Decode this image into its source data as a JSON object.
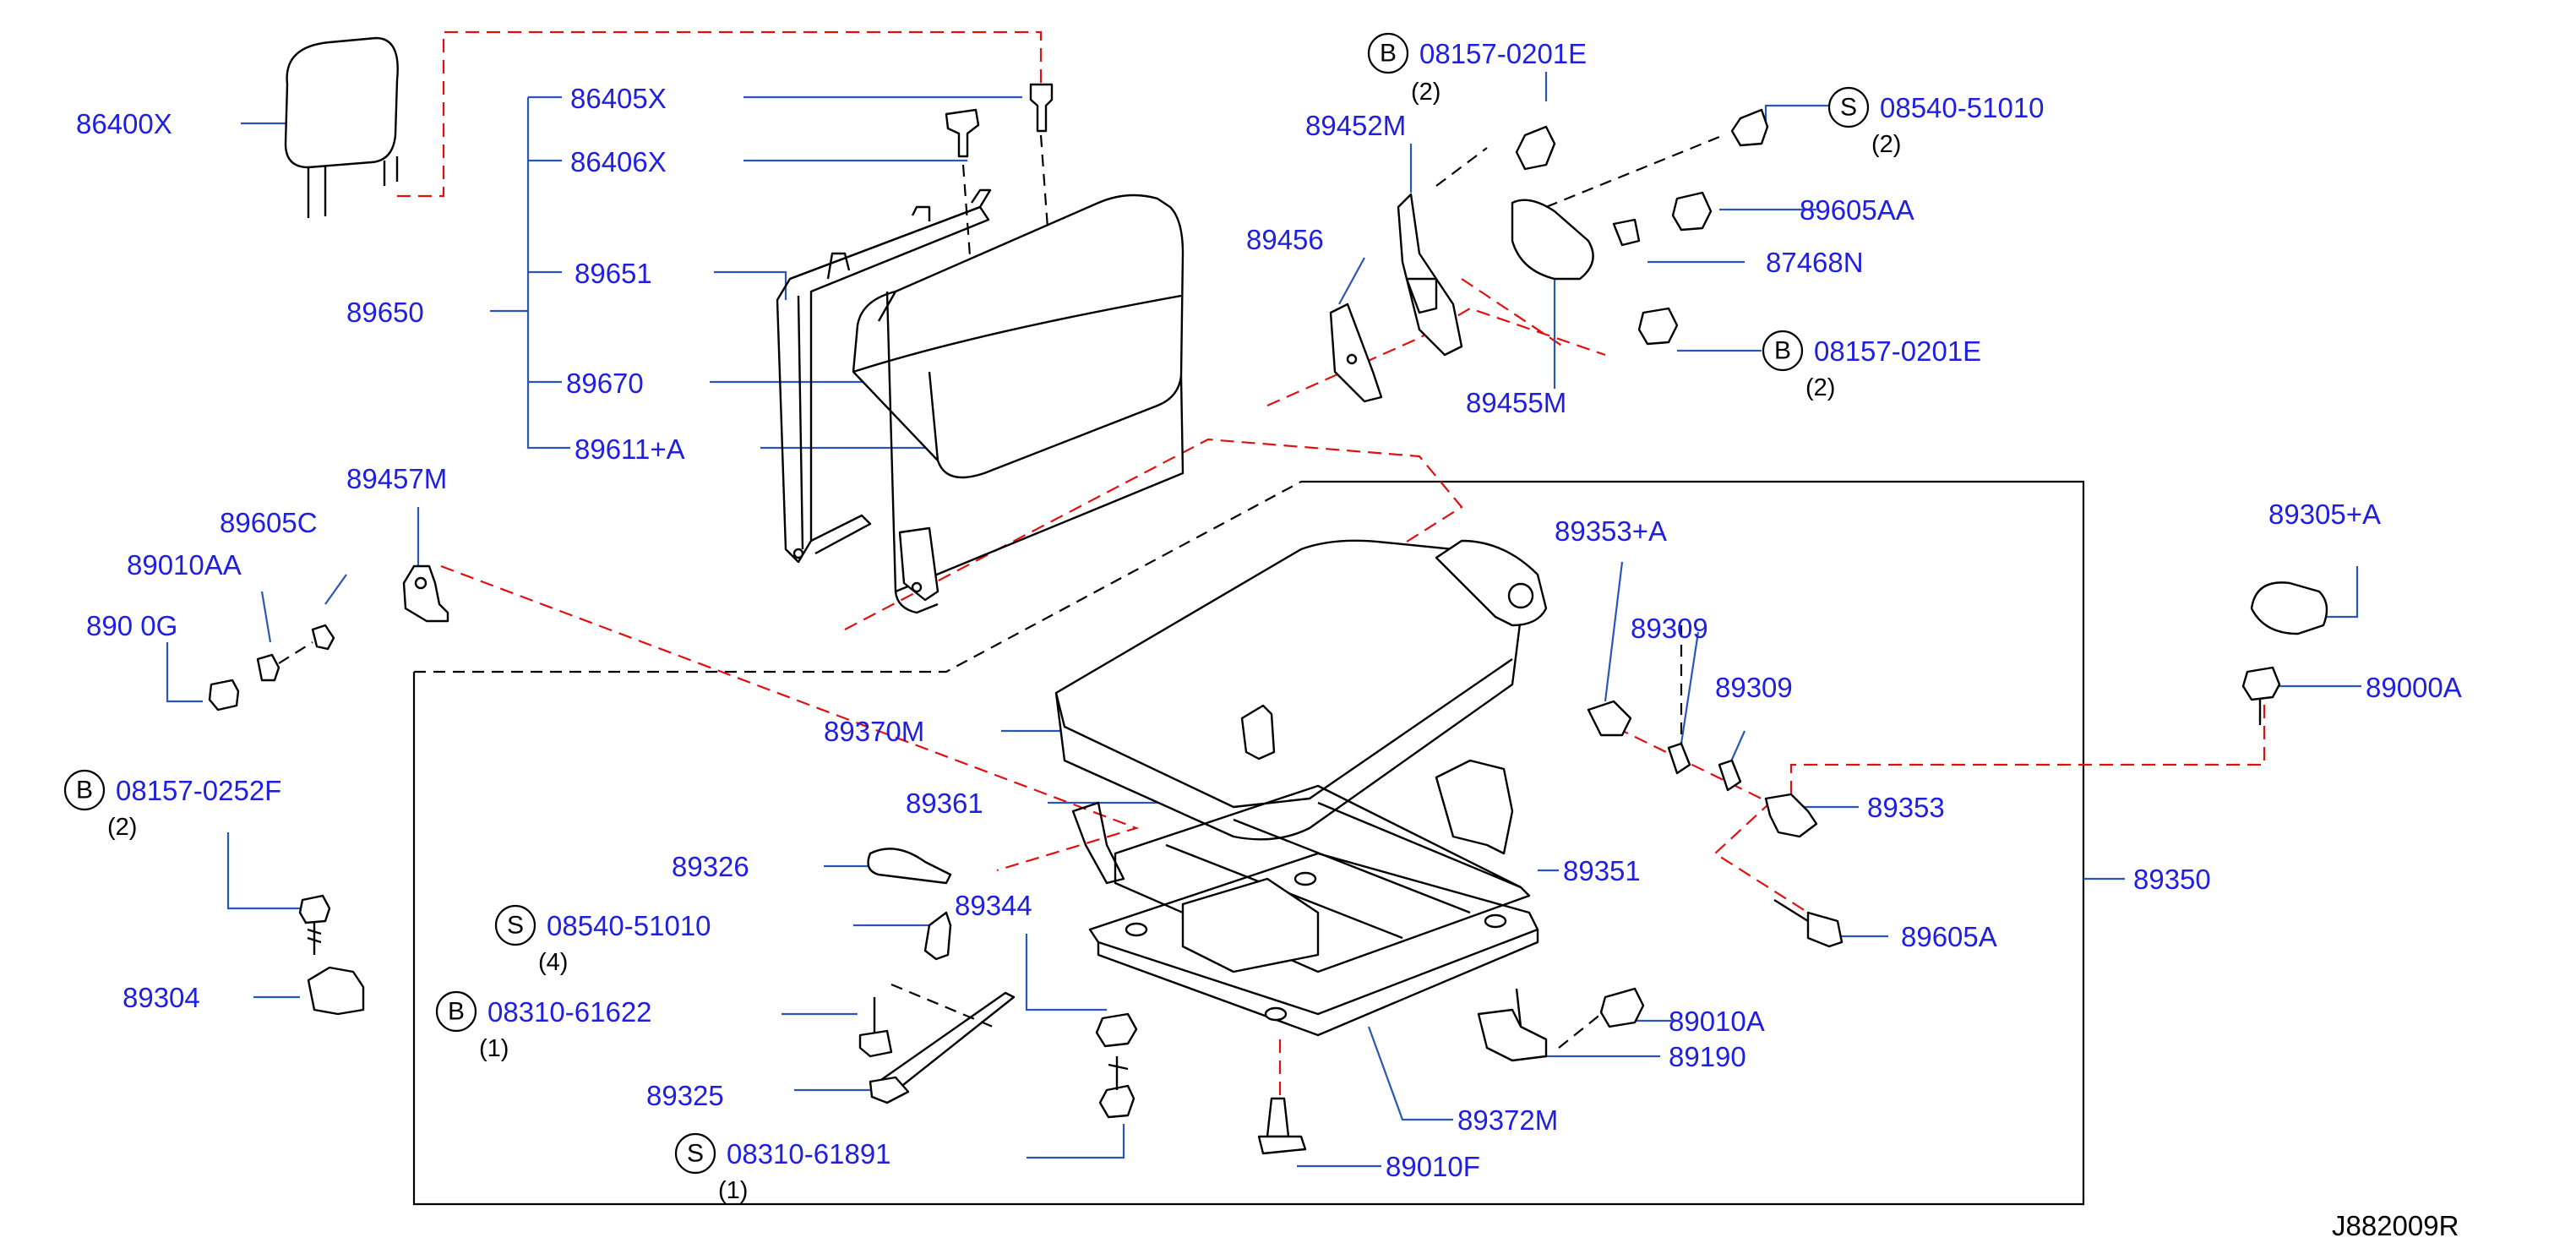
{
  "diagram_id": "J882009R",
  "parts": [
    {
      "id": "p86400X",
      "text": "86400X"
    },
    {
      "id": "p86405X",
      "text": "86405X"
    },
    {
      "id": "p86406X",
      "text": "86406X"
    },
    {
      "id": "p89651",
      "text": "89651"
    },
    {
      "id": "p89650",
      "text": "89650"
    },
    {
      "id": "p89670",
      "text": "89670"
    },
    {
      "id": "p89611A",
      "text": "89611+A"
    },
    {
      "id": "p89457M",
      "text": "89457M"
    },
    {
      "id": "p89605C",
      "text": "89605C"
    },
    {
      "id": "p89010AA",
      "text": "89010AA"
    },
    {
      "id": "p89000G",
      "text": "890  0G"
    },
    {
      "id": "p89304",
      "text": "89304"
    },
    {
      "id": "p89326",
      "text": "89326"
    },
    {
      "id": "p89344",
      "text": "89344"
    },
    {
      "id": "p89325",
      "text": "89325"
    },
    {
      "id": "p89370M",
      "text": "89370M"
    },
    {
      "id": "p89361",
      "text": "89361"
    },
    {
      "id": "p89452M",
      "text": "89452M"
    },
    {
      "id": "p89456",
      "text": "89456"
    },
    {
      "id": "p89605AA",
      "text": "89605AA"
    },
    {
      "id": "p87468N",
      "text": "87468N"
    },
    {
      "id": "p89455M",
      "text": "89455M"
    },
    {
      "id": "p89353A",
      "text": "89353+A"
    },
    {
      "id": "p89309b",
      "text": "89309"
    },
    {
      "id": "p89309",
      "text": "89309"
    },
    {
      "id": "p89353",
      "text": "89353"
    },
    {
      "id": "p89351",
      "text": "89351"
    },
    {
      "id": "p89350",
      "text": "89350"
    },
    {
      "id": "p89605A",
      "text": "89605A"
    },
    {
      "id": "p89010A",
      "text": "89010A"
    },
    {
      "id": "p89190",
      "text": "89190"
    },
    {
      "id": "p89372M",
      "text": "89372M"
    },
    {
      "id": "p89010F",
      "text": "89010F"
    },
    {
      "id": "p89305A",
      "text": "89305+A"
    },
    {
      "id": "p89000A",
      "text": "89000A"
    }
  ],
  "fasteners": [
    {
      "id": "f1",
      "prefix": "B",
      "code": "08157-0201E",
      "qty": "(2)"
    },
    {
      "id": "f2",
      "prefix": "S",
      "code": "08540-51010",
      "qty": "(2)"
    },
    {
      "id": "f3",
      "prefix": "B",
      "code": "08157-0201E",
      "qty": "(2)"
    },
    {
      "id": "f4",
      "prefix": "B",
      "code": "08157-0252F",
      "qty": "(2)"
    },
    {
      "id": "f5",
      "prefix": "S",
      "code": "08540-51010",
      "qty": "(4)"
    },
    {
      "id": "f6",
      "prefix": "B",
      "code": "08310-61622",
      "qty": "(1)"
    },
    {
      "id": "f7",
      "prefix": "S",
      "code": "08310-61891",
      "qty": "(1)"
    }
  ]
}
